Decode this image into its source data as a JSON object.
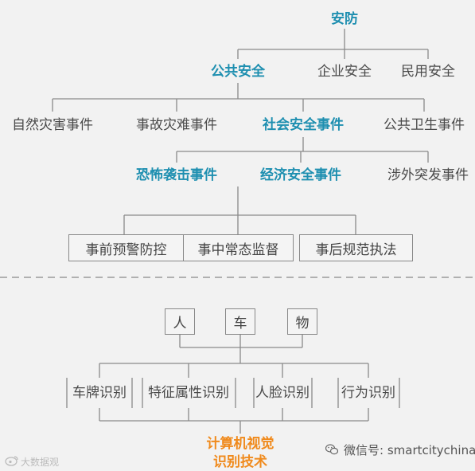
{
  "colors": {
    "highlight": "#1e8fb0",
    "accent": "#f08a1c",
    "line": "#888888",
    "text": "#444444"
  },
  "top": {
    "root": "安防",
    "level1": [
      "公共安全",
      "企业安全",
      "民用安全"
    ],
    "level2": [
      "自然灾害事件",
      "事故灾难事件",
      "社会安全事件",
      "公共卫生事件"
    ],
    "level3": [
      "恐怖袭击事件",
      "经济安全事件",
      "涉外突发事件"
    ],
    "stages": [
      "事前预警防控",
      "事中常态监督",
      "事后规范执法"
    ]
  },
  "bottom": {
    "objects": [
      "人",
      "车",
      "物"
    ],
    "methods": [
      "车牌识别",
      "特征属性识别",
      "人脸识别",
      "行为识别"
    ],
    "core_line1": "计算机视觉",
    "core_line2": "识别技术"
  },
  "watermarks": {
    "left": "大数据观",
    "wechat_prefix": "微信号: ",
    "wechat_id": "smartcitychina"
  },
  "icons": {
    "wechat": "wechat-icon",
    "logo": "weibo-logo-icon"
  }
}
